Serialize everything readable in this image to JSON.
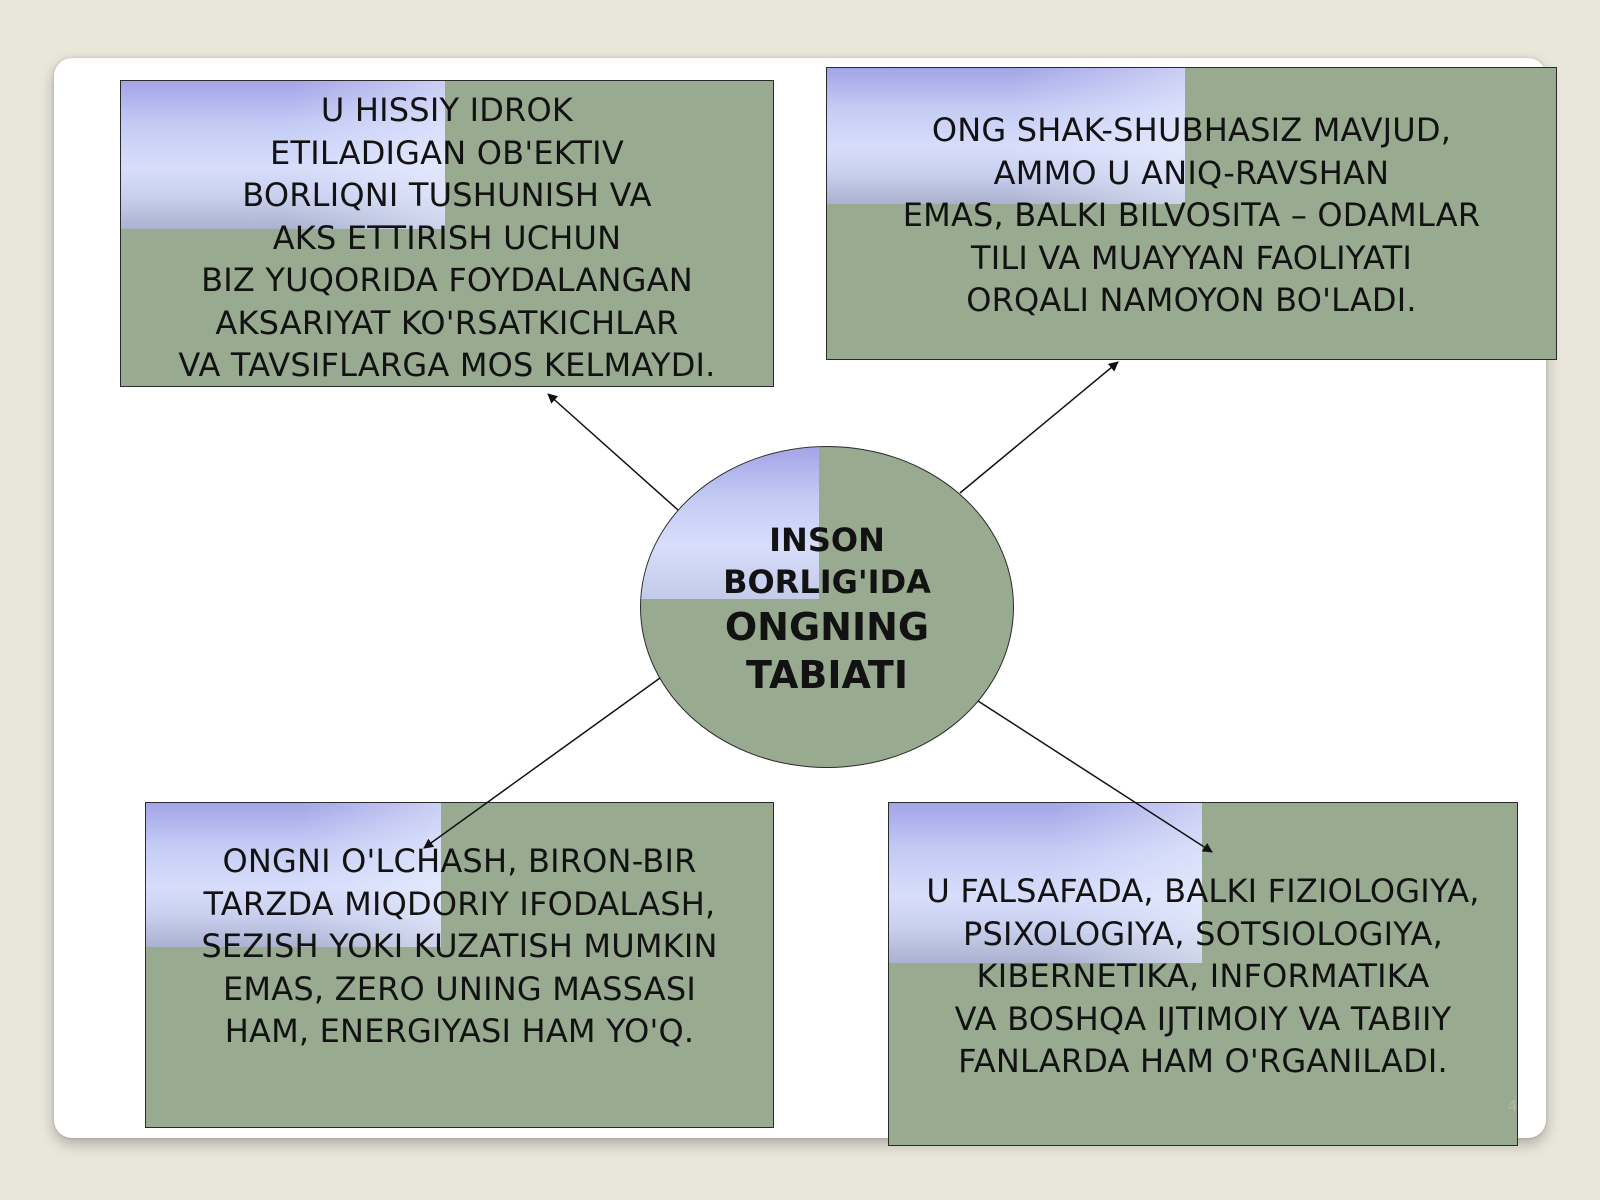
{
  "center": {
    "line1": "INSON\nBORLIG'IDA",
    "line2": "ONGNING\nTABIATI"
  },
  "boxes": {
    "top_left": "U HISSIY IDROK\nETILADIGAN OB'EKTIV\nBORLIQNI TUSHUNISH VA\nAKS ETTIRISH UCHUN\nBIZ YUQORIDA FOYDALANGAN\nAKSARIYAT KO'RSATKICHLAR\nVA TAVSIFLARGA MOS KELMAYDI.",
    "top_right": "ONG SHAK-SHUBHASIZ MAVJUD,\nAMMO U ANIQ-RAVSHAN\nEMAS, BALKI BILVOSITA – ODAMLAR\nTILI VA MUAYYAN FAOLIYATI\nORQALI NAMOYON BO'LADI.",
    "bottom_left": "ONGNI O'LCHASH, BIRON-BIR\nTARZDA MIQDORIY IFODALASH,\nSEZISH YOKI KUZATISH MUMKIN\nEMAS, ZERO UNING MASSASI\nHAM, ENERGIYASI HAM YO'Q.",
    "bottom_right": "U FALSAFADA, BALKI FIZIOLOGIYA,\nPSIXOLOGIYA, SOTSIOLOGIYA,\nKIBERNETIKA, INFORMATIKA\nVA BOSHQA IJTIMOIY VA TABIIY\nFANLARDA HAM O'RGANILADI."
  },
  "page_number": "4",
  "colors": {
    "box_fill": "#98ab91",
    "highlight": "#c4ccf5",
    "background": "#e9e6da"
  }
}
